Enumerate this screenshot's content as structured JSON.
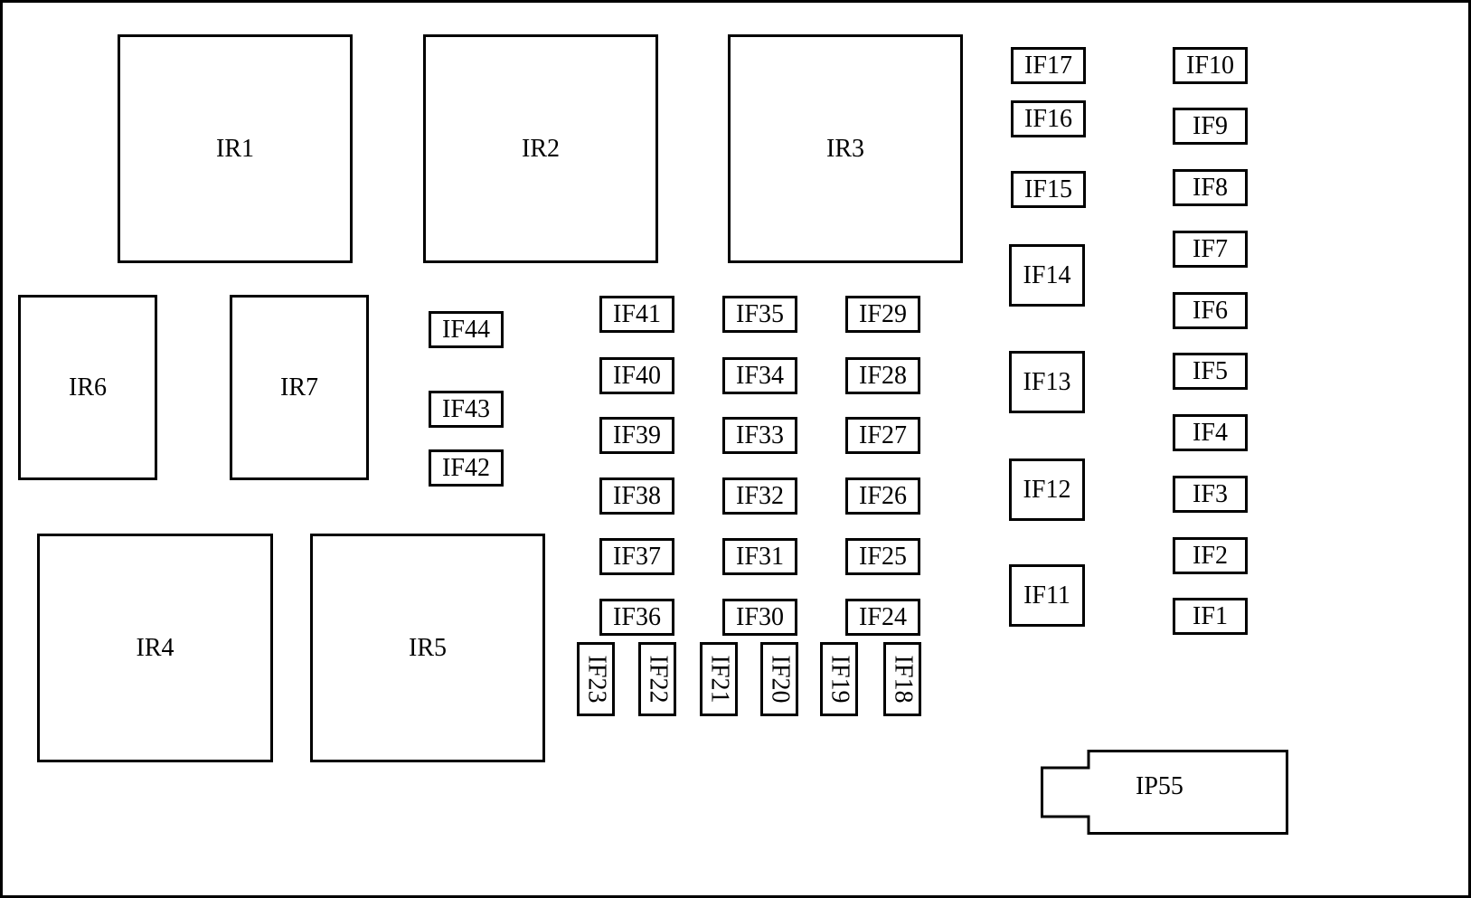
{
  "relays": {
    "ir1": "IR1",
    "ir2": "IR2",
    "ir3": "IR3",
    "ir4": "IR4",
    "ir5": "IR5",
    "ir6": "IR6",
    "ir7": "IR7"
  },
  "fuses": {
    "if1": "IF1",
    "if2": "IF2",
    "if3": "IF3",
    "if4": "IF4",
    "if5": "IF5",
    "if6": "IF6",
    "if7": "IF7",
    "if8": "IF8",
    "if9": "IF9",
    "if10": "IF10",
    "if11": "IF11",
    "if12": "IF12",
    "if13": "IF13",
    "if14": "IF14",
    "if15": "IF15",
    "if16": "IF16",
    "if17": "IF17",
    "if18": "IF18",
    "if19": "IF19",
    "if20": "IF20",
    "if21": "IF21",
    "if22": "IF22",
    "if23": "IF23",
    "if24": "IF24",
    "if25": "IF25",
    "if26": "IF26",
    "if27": "IF27",
    "if28": "IF28",
    "if29": "IF29",
    "if30": "IF30",
    "if31": "IF31",
    "if32": "IF32",
    "if33": "IF33",
    "if34": "IF34",
    "if35": "IF35",
    "if36": "IF36",
    "if37": "IF37",
    "if38": "IF38",
    "if39": "IF39",
    "if40": "IF40",
    "if41": "IF41",
    "if42": "IF42",
    "if43": "IF43",
    "if44": "IF44"
  },
  "connector": {
    "ip55": "IP55"
  }
}
